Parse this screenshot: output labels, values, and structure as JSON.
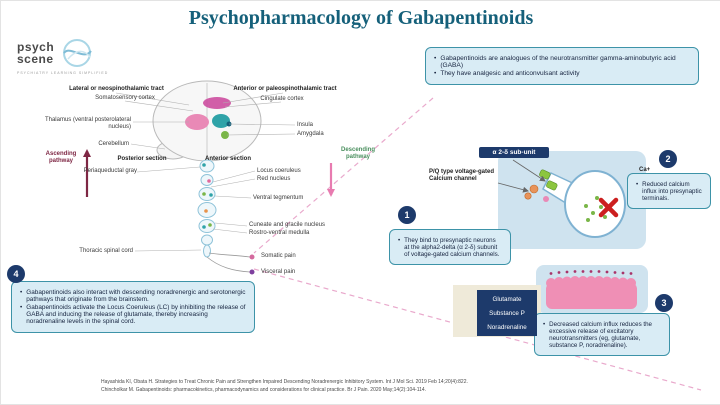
{
  "title": "Psychopharmacology of Gabapentinoids",
  "logo": {
    "line1": "psych",
    "line2": "scene",
    "tagline": "psychiatry learning simplified"
  },
  "colors": {
    "title_teal": "#15607a",
    "callout_bg": "#d9ecf5",
    "callout_border": "#3d93a8",
    "navy": "#1d3a6b",
    "dashed_pink": "#e9a9cc",
    "ascending_maroon": "#7e2744",
    "descending_pink": "#e87bb0",
    "descending_text_green": "#4a8f5e",
    "blob_pink": "#ef8fb5",
    "red_x": "#cc1f1f",
    "vesicle_green": "#7ab648"
  },
  "top_box": {
    "bullets": [
      "Gabapentinoids are analogues of the neurotransmitter gamma-aminobutyric acid (GABA)",
      "They have analgesic and anticonvulsant activity"
    ]
  },
  "diagram": {
    "labels": {
      "lateral_tract": "Lateral or neospinothalamic tract",
      "somatosensory": "Somatosensory cortex",
      "anterior_tract": "Anterior or paleospinothalamic tract",
      "cingulate": "Cingulate cortex",
      "thalamus": "Thalamus (ventral posterolateral nucleus)",
      "insula": "Insula",
      "amygdala": "Amygdala",
      "cerebellum": "Cerebellum",
      "posterior_section": "Posterior section",
      "anterior_section": "Anterior section",
      "periaqueductal": "Periaqueductal gray",
      "locus_coeruleus": "Locus coeruleus",
      "red_nucleus": "Red nucleus",
      "ventral_tegmentum": "Ventral tegmentum",
      "cuneate": "Cuneate and gracile nucleus",
      "rvm": "Rostro-ventral medulla",
      "thoracic": "Thoracic spinal cord",
      "somatic_pain": "Somatic pain",
      "visceral_pain": "Visceral pain",
      "ascending": "Ascending pathway",
      "descending": "Descending pathway"
    }
  },
  "synapse": {
    "alpha_label": "α 2-δ sub-unit",
    "channel_label_line1": "P/Q type voltage-gated",
    "channel_label_line2": "Calcium channel",
    "ca_label": "Ca+"
  },
  "steps": {
    "step1": {
      "number": "1",
      "text": "They bind to presynaptic neurons at the alpha2-delta (α 2-δ) subunit of voltage-gated calcium channels."
    },
    "step2": {
      "number": "2",
      "text": "Reduced calcium influx into presynaptic terminals."
    },
    "step3": {
      "number": "3",
      "text": "Decreased calcium influx reduces the excessive release of excitatory neurotransmitters (eg, glutamate, substance P, noradrenaline)."
    },
    "step4": {
      "number": "4",
      "bullets": [
        "Gabapentinoids also interact with descending noradrenergic and serotonergic pathways that originate from the brainstem.",
        "Gabapentinoids activate the Locus Coeruleus (LC) by inhibiting the release of GABA and inducing the release of glutamate, thereby increasing noradrenaline levels in the spinal cord."
      ]
    }
  },
  "neurotransmitters": [
    "Glutamate",
    "Substance P",
    "Noradrenaline"
  ],
  "references": [
    "Hayashida KI, Obata H. Strategies to Treat Chronic Pain and Strengthen Impaired Descending Noradrenergic Inhibitory System. Int J Mol Sci. 2019 Feb 14;20(4):822.",
    "Chincholkar M. Gabapentinoids: pharmacokinetics, pharmacodynamics and considerations for clinical practice. Br J Pain. 2020 May;14(2):104-114."
  ]
}
